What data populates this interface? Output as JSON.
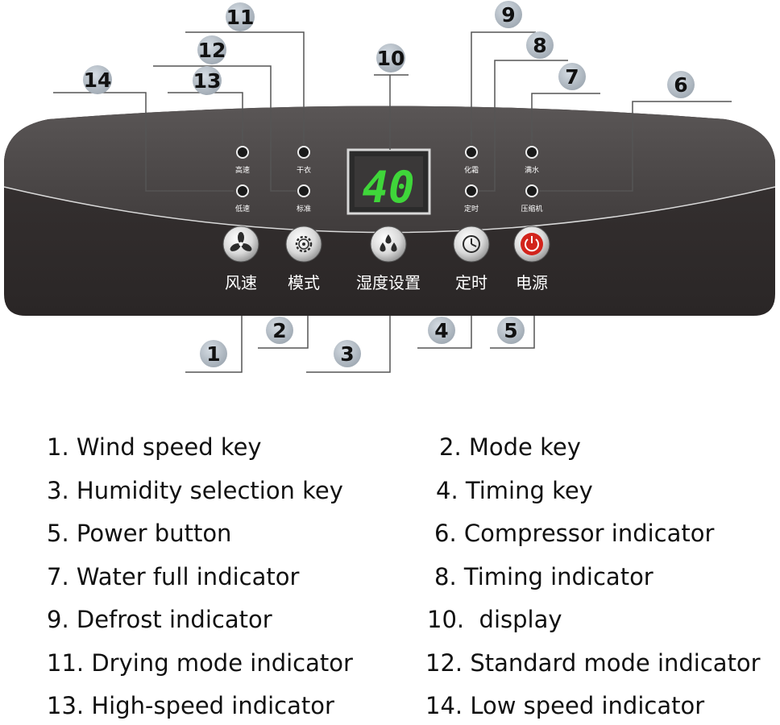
{
  "panel": {
    "display_value": "40",
    "button_labels": {
      "wind_speed": "风速",
      "mode": "模式",
      "humidity": "湿度设置",
      "timing": "定时",
      "power": "电源"
    },
    "indicator_labels": {
      "high_speed": "高速",
      "low_speed": "低速",
      "drying": "干衣",
      "standard": "标准",
      "defrost": "化霜",
      "timing": "定时",
      "water_full": "满水",
      "compressor": "压缩机"
    }
  },
  "callouts": [
    "1",
    "2",
    "3",
    "4",
    "5",
    "6",
    "7",
    "8",
    "9",
    "10",
    "11",
    "12",
    "13",
    "14"
  ],
  "legend": [
    "1. Wind speed key",
    "2. Mode key",
    "3. Humidity selection key",
    "4. Timing key",
    "5. Power button",
    "6. Compressor indicator",
    "7. Water full indicator",
    "8. Timing indicator",
    "9. Defrost indicator",
    "10.  display",
    "11. Drying mode indicator",
    "12. Standard mode indicator",
    "13. High-speed indicator",
    "14. Low speed indicator"
  ],
  "colors": {
    "panel_upper": "#4a4646",
    "panel_lower": "#332f2f",
    "display_digits": "#3fd63a",
    "power_red": "#d2241c",
    "callout_circle": "#a9b2bb"
  }
}
